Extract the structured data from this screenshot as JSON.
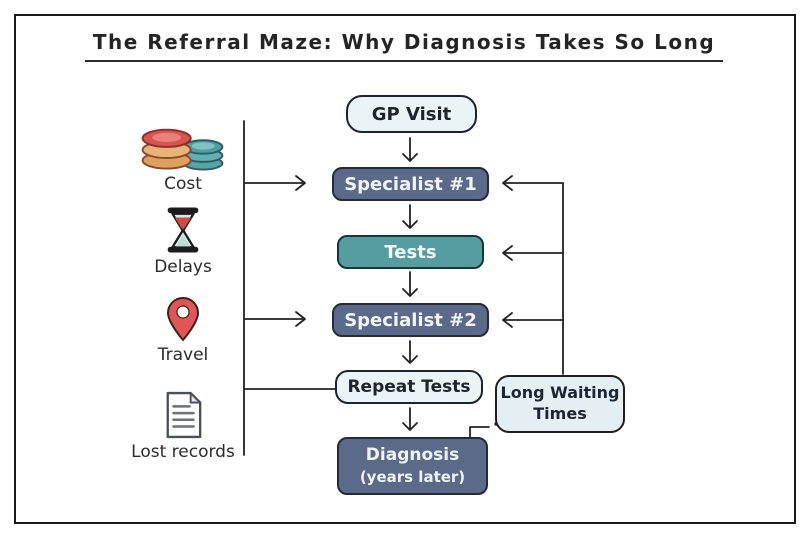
{
  "title": "The Referral Maze: Why Diagnosis Takes So Long",
  "flow": {
    "nodes": [
      {
        "label": "GP Visit",
        "variant": "light"
      },
      {
        "label": "Specialist #1",
        "variant": "dark"
      },
      {
        "label": "Tests",
        "variant": "teal"
      },
      {
        "label": "Specialist #2",
        "variant": "dark"
      },
      {
        "label": "Repeat Tests",
        "variant": "light"
      },
      {
        "label": "Diagnosis",
        "sublabel": "(years later)",
        "variant": "dark"
      }
    ],
    "note": {
      "line1": "Long Waiting",
      "line2": "Times"
    }
  },
  "factors": [
    {
      "icon": "coins-icon",
      "label": "Cost"
    },
    {
      "icon": "hourglass-icon",
      "label": "Delays"
    },
    {
      "icon": "map-pin-icon",
      "label": "Travel"
    },
    {
      "icon": "document-icon",
      "label": "Lost records"
    }
  ],
  "colors": {
    "node_dark": "#5b6a88",
    "node_teal": "#569da2",
    "node_light": "#eaf4f6",
    "note_light": "#e4eff4",
    "line": "#222222",
    "accent_red": "#d9534f",
    "accent_teal": "#4f9ea2"
  }
}
